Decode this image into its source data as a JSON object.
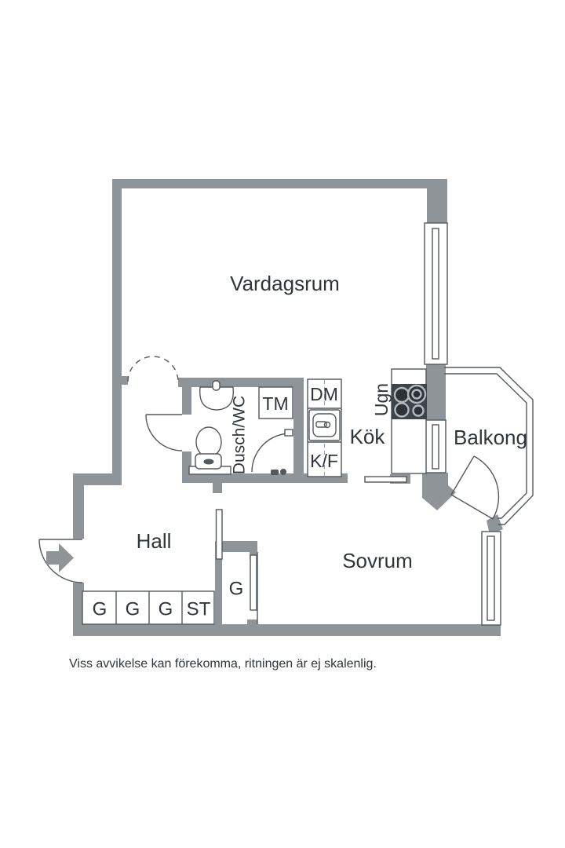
{
  "plan": {
    "labels": {
      "living_room": "Vardagsrum",
      "hall": "Hall",
      "bedroom": "Sovrum",
      "kitchen": "Kök",
      "balcony": "Balkong",
      "bathroom": "Dusch/WC",
      "washing_machine": "TM",
      "dishwasher": "DM",
      "fridge_freezer": "K/F",
      "oven": "Ugn",
      "wardrobe_1": "G",
      "wardrobe_2": "G",
      "wardrobe_3": "G",
      "cleaning_closet": "ST",
      "wardrobe_bedroom": "G",
      "disclaimer": "Viss avvikelse kan förekomma, ritningen är ej skalenlig."
    },
    "colors": {
      "wall": "#8f9499",
      "line": "#53585d",
      "text": "#2f353a",
      "stove": "#3f444a",
      "bg": "#ffffff"
    }
  }
}
